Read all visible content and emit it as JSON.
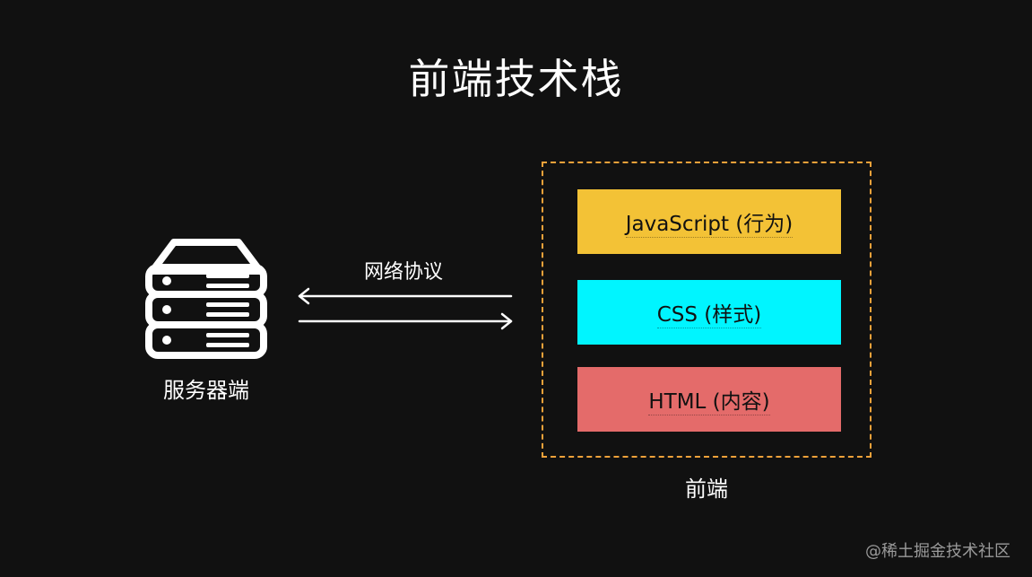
{
  "title": "前端技术栈",
  "server": {
    "label": "服务器端",
    "icon": "server-icon"
  },
  "protocol": {
    "label": "网络协议"
  },
  "frontend": {
    "label": "前端",
    "layers": [
      {
        "text": "JavaScript (行为)",
        "color": "#f3c236"
      },
      {
        "text": "CSS (样式)",
        "color": "#00f5ff"
      },
      {
        "text": "HTML (内容)",
        "color": "#e46b6a"
      }
    ],
    "border_color": "#f1a23a"
  },
  "watermark": "@稀土掘金技术社区"
}
